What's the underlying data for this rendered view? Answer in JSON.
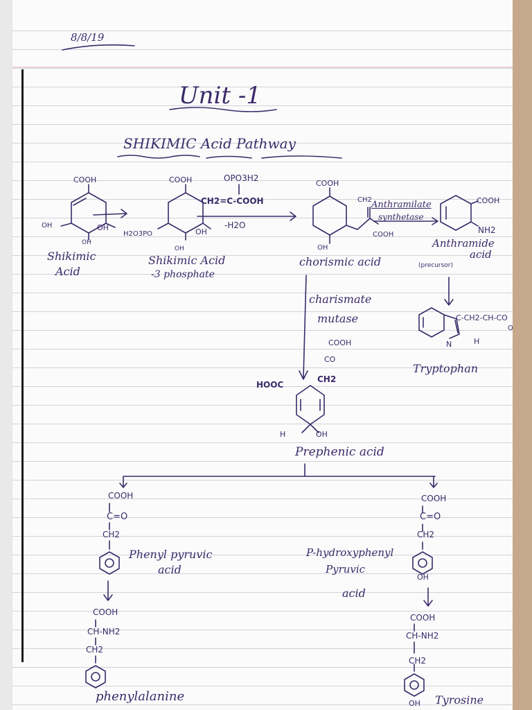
{
  "date": "8/8/19",
  "title": "Unit -1",
  "heading": "SHIKIMIC Acid Pathway",
  "shikimic": {
    "cooh": "COOH",
    "oh_left": "OH",
    "oh_right": "OH",
    "oh_bottom": "OH",
    "label1": "Shikimic",
    "label2": "Acid"
  },
  "s3p": {
    "cooh": "COOH",
    "h2o3po": "H2O3PO",
    "oh_right": "OH",
    "oh_bottom": "OH",
    "label1": "Shikimic Acid",
    "label2": "-3 phosphate"
  },
  "reagent": {
    "top": "OPO3H2",
    "main": "CH2=C-COOH",
    "loss": "-H2O"
  },
  "chorismic": {
    "cooh": "COOH",
    "ch2": "CH2",
    "cooh2": "COOH",
    "oh_bottom": "OH",
    "label": "chorismic acid"
  },
  "enzyme1": {
    "line1": "Anthramilate",
    "line2": "synthetase"
  },
  "anthranilic": {
    "cooh": "COOH",
    "nh2": "NH2",
    "label1": "Anthramide",
    "label2": "acid",
    "note": "(precursor)"
  },
  "enzyme2": {
    "line1": "charismate",
    "line2": "mutase"
  },
  "tryptophan": {
    "chain": "C-CH2-CH-CO",
    "oh": "OH",
    "nh": "N",
    "h": "H",
    "label": "Tryptophan"
  },
  "prephenic": {
    "cooh": "COOH",
    "co": "CO",
    "hooc": "HOOC",
    "ch2": "CH2",
    "h": "H",
    "oh": "OH",
    "label": "Prephenic acid"
  },
  "phenylpyruvic": {
    "cooh": "COOH",
    "co": "C=O",
    "ch2": "CH2",
    "label1": "Phenyl pyruvic",
    "label2": "acid"
  },
  "hpp": {
    "cooh": "COOH",
    "co": "C=O",
    "ch2": "CH2",
    "oh": "OH",
    "label1": "P-hydroxyphenyl",
    "label2": "Pyruvic",
    "label3": "acid"
  },
  "phenylalanine": {
    "cooh": "COOH",
    "chnh2": "CH-NH2",
    "ch2": "CH2",
    "label": "phenylalanine"
  },
  "tyrosine": {
    "cooh": "COOH",
    "chnh2": "CH-NH2",
    "ch2": "CH2",
    "oh": "OH",
    "label": "Tyrosine"
  }
}
